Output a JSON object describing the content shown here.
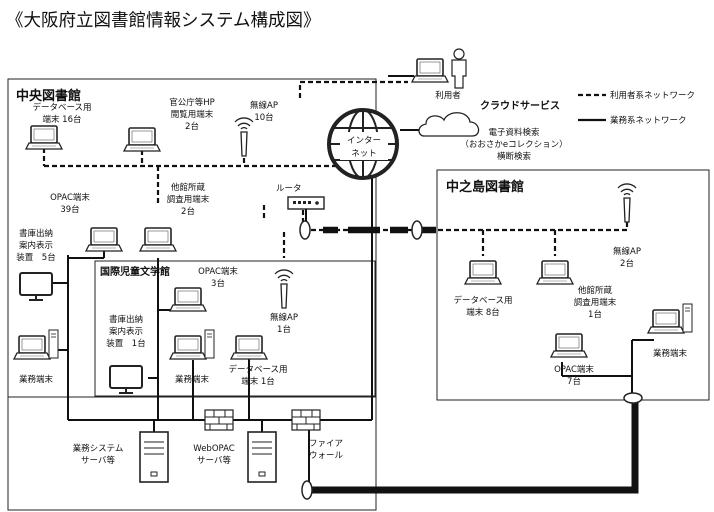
{
  "title": "《大阪府立図書館情報システム構成図》",
  "legend": {
    "user_network": "利用者系ネットワーク",
    "business_network": "業務系ネットワーク"
  },
  "user_label": "利用者",
  "cloud": {
    "name": "クラウドサービス",
    "line1": "電子資料検索",
    "line2": "（おおさかeコレクション）",
    "line3": "横断検索"
  },
  "internet": {
    "line1": "インター",
    "line2": "ネット"
  },
  "router": "ルータ",
  "firewall": {
    "line1": "ファイア",
    "line2": "ウォール"
  },
  "central": {
    "name": "中央図書館",
    "database_terminal": {
      "line1": "データベース用",
      "line2": "端末 16台"
    },
    "gov_hp_terminal": {
      "line1": "官公庁等HP",
      "line2": "閲覧用端末",
      "line3": "2台"
    },
    "wireless_ap": {
      "line1": "無線AP",
      "line2": "10台"
    },
    "opac_terminal": {
      "line1": "OPAC端末",
      "line2": "39台"
    },
    "other_library_terminal": {
      "line1": "他館所蔵",
      "line2": "調査用端末",
      "line3": "2台"
    },
    "stack_display": {
      "line1": "書庫出納",
      "line2": "案内表示",
      "line3": "装置　5台"
    },
    "business_terminal": "業務端末"
  },
  "childrens": {
    "name": "国際児童文学館",
    "opac_terminal": {
      "line1": "OPAC端末",
      "line2": "3台"
    },
    "wireless_ap": {
      "line1": "無線AP",
      "line2": "1台"
    },
    "stack_display": {
      "line1": "書庫出納",
      "line2": "案内表示",
      "line3": "装置　1台"
    },
    "business_terminal": "業務端末",
    "database_terminal": {
      "line1": "データベース用",
      "line2": "端末 1台"
    }
  },
  "servers": {
    "business": {
      "line1": "業務システム",
      "line2": "サーバ等"
    },
    "webopac": {
      "line1": "WebOPAC",
      "line2": "サーバ等"
    }
  },
  "nakanoshima": {
    "name": "中之島図書館",
    "wireless_ap": {
      "line1": "無線AP",
      "line2": "2台"
    },
    "database_terminal": {
      "line1": "データベース用",
      "line2": "端末 8台"
    },
    "other_library_terminal": {
      "line1": "他館所蔵",
      "line2": "調査用端末",
      "line3": "1台"
    },
    "opac_terminal": {
      "line1": "OPAC端末",
      "line2": "7台"
    },
    "business_terminal": "業務端末"
  }
}
